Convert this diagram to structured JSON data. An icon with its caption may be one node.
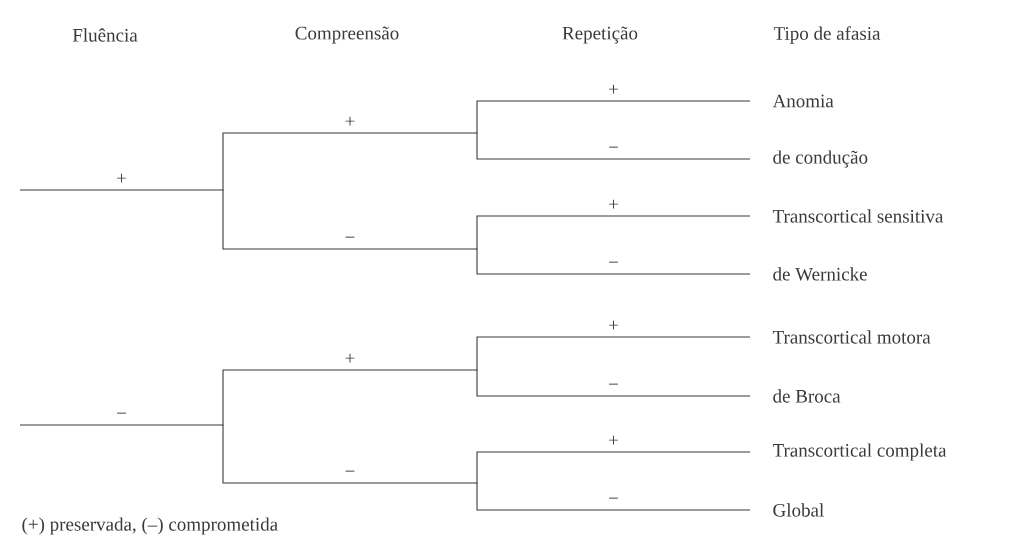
{
  "diagram": {
    "nodes": [
      {
        "text": [],
        "shape": "point"
      },
      {
        "text": [],
        "shape": "point"
      },
      {
        "text": [
          "Anomia"
        ]
      },
      {
        "text": [
          "de condução"
        ]
      },
      {
        "text": [],
        "shape": "point"
      },
      {
        "text": [
          "Transcortical sensitiva"
        ]
      },
      {
        "text": [
          "de Wernicke"
        ]
      },
      {
        "text": [],
        "shape": "point"
      },
      {
        "text": [],
        "shape": "point"
      },
      {
        "text": [
          "Transcortical motora"
        ]
      },
      {
        "text": [
          "de Broca"
        ]
      },
      {
        "text": [],
        "shape": "point"
      },
      {
        "text": [
          "Transcortical completa"
        ]
      },
      {
        "text": [
          "Global"
        ]
      }
    ],
    "edges": [
      {
        "from": null,
        "to": 0,
        "arrow": "none",
        "label": "+"
      },
      {
        "from": 0,
        "to": 1,
        "arrow": "none",
        "label": "+"
      },
      {
        "from": 1,
        "to": 2,
        "arrow": "none",
        "label": "+"
      },
      {
        "from": 1,
        "to": 3,
        "arrow": "none",
        "label": "−"
      },
      {
        "from": 0,
        "to": 4,
        "arrow": "none",
        "label": "−"
      },
      {
        "from": 4,
        "to": 5,
        "arrow": "none",
        "label": "+"
      },
      {
        "from": 4,
        "to": 6,
        "arrow": "none",
        "label": "−"
      },
      {
        "from": null,
        "to": 7,
        "arrow": "none",
        "label": "−"
      },
      {
        "from": 7,
        "to": 8,
        "arrow": "none",
        "label": "+"
      },
      {
        "from": 8,
        "to": 9,
        "arrow": "none",
        "label": "+"
      },
      {
        "from": 8,
        "to": 10,
        "arrow": "none",
        "label": "−"
      },
      {
        "from": 7,
        "to": 11,
        "arrow": "none",
        "label": "−"
      },
      {
        "from": 11,
        "to": 12,
        "arrow": "none",
        "label": "+"
      },
      {
        "from": 11,
        "to": 13,
        "arrow": "none",
        "label": "−"
      }
    ],
    "labels": [
      "Fluência",
      "Compreensão",
      "Repetição",
      "Tipo de afasia",
      "(+) preservada, (–) comprometida"
    ]
  }
}
